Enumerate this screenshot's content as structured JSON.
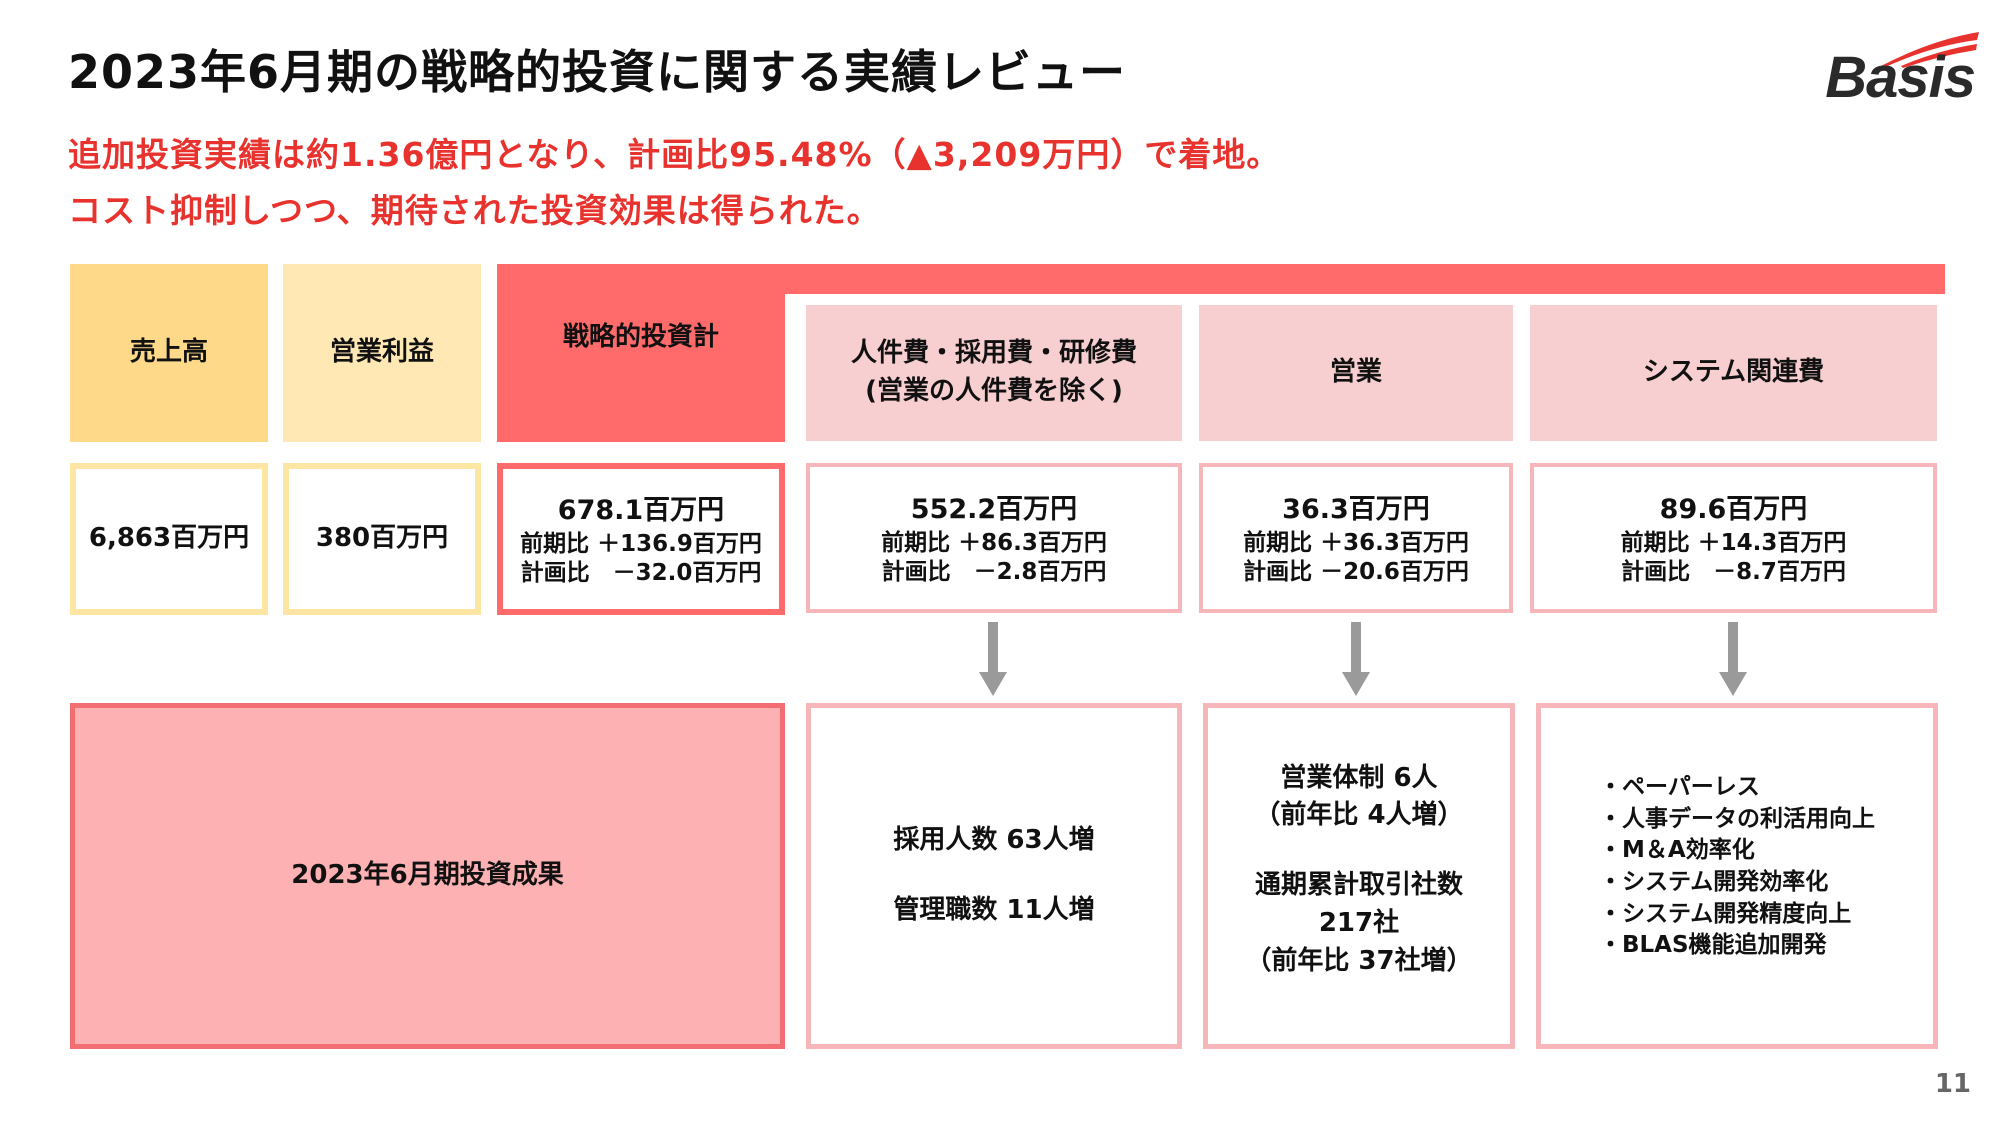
{
  "header": {
    "title": "2023年6月期の戦略的投資に関する実績レビュー",
    "subtitle_line1": "追加投資実績は約1.36億円となり、計画比95.48%（▲3,209万円）で着地。",
    "subtitle_line2": "コスト抑制しつつ、期待された投資効果は得られた。",
    "logo_text": "Basis"
  },
  "columns": {
    "sales": {
      "header": "売上高",
      "value": "6,863百万円"
    },
    "operating_profit": {
      "header": "営業利益",
      "value": "380百万円"
    },
    "strategic_total": {
      "header": "戦略的投資計",
      "value": "678.1百万円",
      "yoy": "前期比 ＋136.9百万円",
      "vs_plan": "計画比　－32.0百万円"
    },
    "personnel": {
      "header_line1": "人件費・採用費・研修費",
      "header_line2": "(営業の人件費を除く)",
      "value": "552.2百万円",
      "yoy": "前期比 ＋86.3百万円",
      "vs_plan": "計画比　－2.8百万円"
    },
    "sales_dept": {
      "header": "営業",
      "value": "36.3百万円",
      "yoy": "前期比 ＋36.3百万円",
      "vs_plan": "計画比 －20.6百万円"
    },
    "system": {
      "header": "システム関連費",
      "value": "89.6百万円",
      "yoy": "前期比 ＋14.3百万円",
      "vs_plan": "計画比　－8.7百万円"
    }
  },
  "results": {
    "main_label": "2023年6月期投資成果",
    "personnel_line1": "採用人数 63人増",
    "personnel_line2": "管理職数 11人増",
    "sales_line1": "営業体制 6人",
    "sales_line2": "（前年比 4人増）",
    "sales_line3": "通期累計取引社数",
    "sales_line4": "217社",
    "sales_line5": "（前年比 37社増）",
    "system_items": [
      "・ペーパーレス",
      "・人事データの利活用向上",
      "・M＆A効率化",
      "・システム開発効率化",
      "・システム開発精度向上",
      "・BLAS機能追加開発"
    ]
  },
  "page_number": "11",
  "colors": {
    "accent_red": "#e8322e",
    "header_red": "#ff6b6b",
    "header_pink": "#f8cfd0",
    "header_yellow": "#ffd98a",
    "result_pink": "#fdb1b3"
  },
  "icons": {
    "arrow": "down-arrow-icon",
    "logo": "basis-logo-icon"
  }
}
